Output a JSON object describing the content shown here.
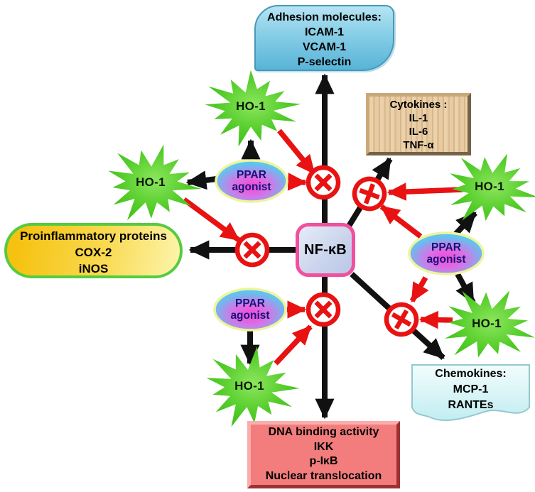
{
  "center_node": {
    "label": "NF-κB"
  },
  "repeated_nodes": {
    "ho1": "HO-1",
    "ppar_line1": "PPAR",
    "ppar_line2": "agonist"
  },
  "boxes": {
    "adhesion": {
      "title": "Adhesion molecules:",
      "lines": [
        "ICAM-1",
        "VCAM-1",
        "P-selectin"
      ]
    },
    "cytokines": {
      "title": "Cytokines :",
      "lines": [
        "IL-1",
        "IL-6",
        "TNF-α"
      ]
    },
    "proinflammatory": {
      "title": "Proinflammatory proteins",
      "lines": [
        "COX-2",
        "iNOS"
      ]
    },
    "chemokines": {
      "title": "Chemokines:",
      "lines": [
        "MCP-1",
        "RANTEs"
      ]
    },
    "dna_effects": {
      "lines": [
        "DNA binding activity",
        "IKK",
        "p-IκB",
        "Nuclear translocation"
      ]
    }
  },
  "colors": {
    "inhibition_red": "#e81212",
    "arrow_black": "#111111",
    "ho1_green": "#46c520",
    "ppar_cyan": "#5bc6f0",
    "ppar_magenta": "#f24cd8",
    "nfkb_border_pink": "#f0509c",
    "adhesion_blue": "#63b9d9",
    "cytokines_tan": "#e6c69e",
    "proinflammatory_gold": "#f6c414",
    "dna_salmon": "#f37d7d",
    "chemokines_cyan": "#d9f6f8"
  }
}
